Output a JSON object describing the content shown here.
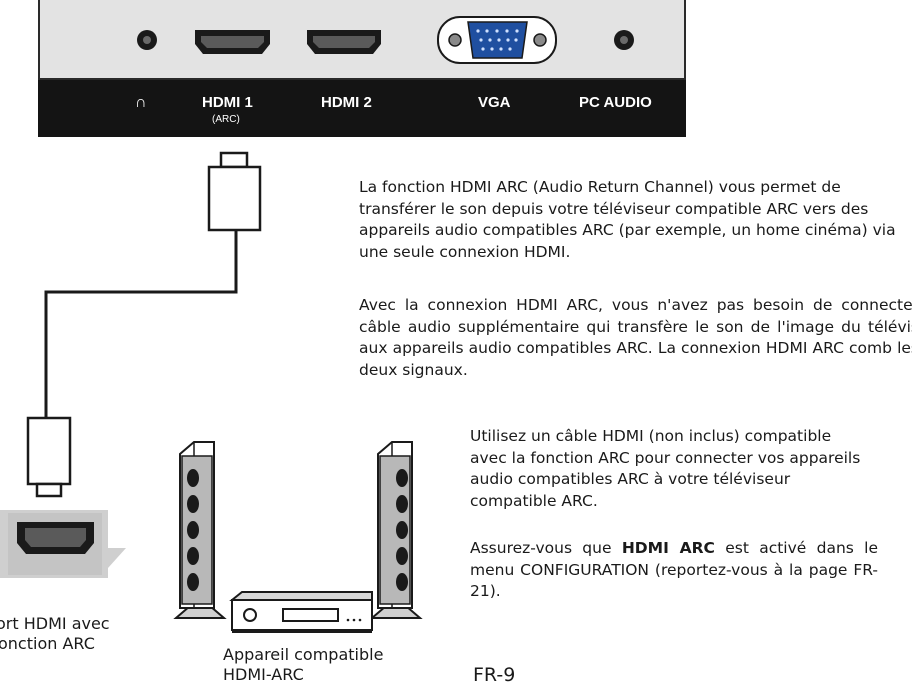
{
  "tv_panel": {
    "ports": [
      {
        "label": "",
        "icon": "headphone-icon"
      },
      {
        "label": "HDMI 1",
        "sublabel": "(ARC)"
      },
      {
        "label": "HDMI 2"
      },
      {
        "label": "VGA"
      },
      {
        "label": "PC AUDIO"
      }
    ],
    "headphone_symbol": "∩"
  },
  "paragraphs": {
    "arc_intro": "La fonction HDMI ARC (Audio Return Channel) vous permet de transférer le son depuis votre téléviseur compatible ARC vers des appareils audio compatibles ARC (par exemple, un home cinéma) via une seule connexion HDMI.",
    "arc_benefit": "Avec la connexion HDMI ARC, vous n'avez pas besoin de connecter câble audio supplémentaire qui transfère le son de l'image du télévis aux appareils audio compatibles ARC. La connexion HDMI ARC comb les deux signaux.",
    "use_cable": "Utilisez un câble HDMI (non inclus) compatible avec la fonction ARC pour connecter vos appareils audio compatibles ARC à votre téléviseur compatible ARC.",
    "ensure_prefix": "Assurez-vous que ",
    "ensure_bold": "HDMI ARC",
    "ensure_suffix": " est activé dans le menu CONFIGURATION (reportez-vous à la page FR-21)."
  },
  "captions": {
    "port_line1": "ort HDMI avec",
    "port_line2": "onction ARC",
    "device_line1": "Appareil compatible",
    "device_line2": "HDMI-ARC"
  },
  "page_number": "FR-9",
  "colors": {
    "panel_light": "#e3e3e3",
    "panel_dark": "#141414",
    "text": "#1a1a1a"
  }
}
